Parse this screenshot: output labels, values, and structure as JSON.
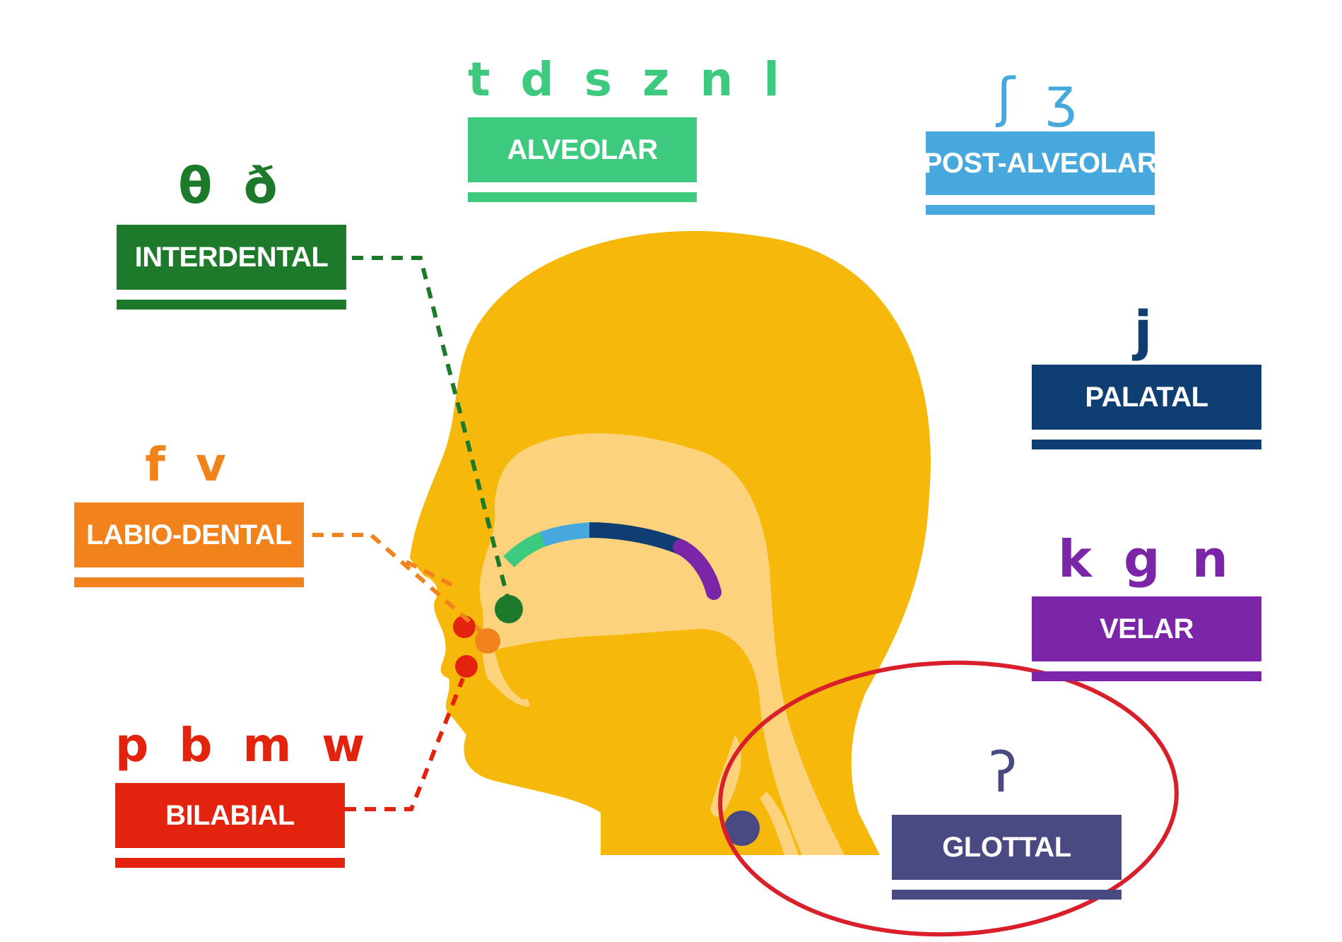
{
  "places": [
    {
      "id": "alveolar",
      "symbols": "t d s z n l",
      "label": "ALVEOLAR",
      "color": "#3dc97e"
    },
    {
      "id": "post-alveolar",
      "symbols": "ʃ ʒ",
      "label": "POST-ALVEOLAR",
      "color": "#46a8dc"
    },
    {
      "id": "interdental",
      "symbols": "θ ð",
      "label": "INTERDENTAL",
      "color": "#1d7a2b"
    },
    {
      "id": "palatal",
      "symbols": "j",
      "label": "PALATAL",
      "color": "#0e3e72"
    },
    {
      "id": "labio-dental",
      "symbols": "f v",
      "label": "LABIO-DENTAL",
      "color": "#f2831c"
    },
    {
      "id": "velar",
      "symbols": "k g n",
      "label": "VELAR",
      "color": "#7b26a8"
    },
    {
      "id": "bilabial",
      "symbols": "p b m w",
      "label": "BILABIAL",
      "color": "#e3230e"
    },
    {
      "id": "glottal",
      "symbols": "ʔ",
      "label": "GLOTTAL",
      "color": "#4a4a82"
    }
  ],
  "colors": {
    "head": "#f6b80a",
    "head_inner": "#fdd27c",
    "highlight_circle": "#d9202a"
  }
}
